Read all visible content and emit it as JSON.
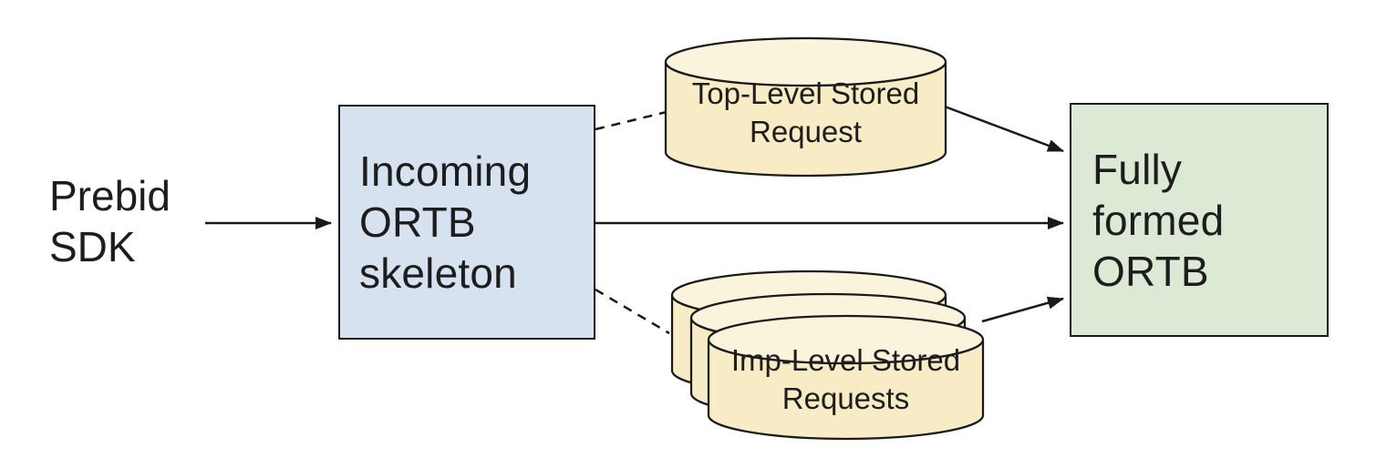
{
  "diagram": {
    "description_colors": {
      "background": "#ffffff",
      "stroke": "#1a1a1a",
      "text": "#1d1d1d",
      "incoming_box_fill": "#d6e2f0",
      "fully_formed_box_fill": "#dcead5",
      "cylinder_body_fill": "#f8ecc6",
      "cylinder_top_fill": "#fbf4dc"
    },
    "nodes": {
      "prebid_sdk": {
        "shape": "label",
        "lines": [
          "Prebid",
          "SDK"
        ]
      },
      "incoming_ortb": {
        "shape": "rect",
        "lines": [
          "Incoming",
          "ORTB",
          "skeleton"
        ]
      },
      "top_level_stored": {
        "shape": "cylinder",
        "lines": [
          "Top-Level Stored",
          "Request"
        ]
      },
      "imp_level_stored": {
        "shape": "cylinder-stack",
        "stack_count": 3,
        "lines": [
          "Imp-Level Stored",
          "Requests"
        ]
      },
      "fully_formed_ortb": {
        "shape": "rect",
        "lines": [
          "Fully",
          "formed",
          "ORTB"
        ]
      }
    },
    "edges": [
      {
        "from": "prebid_sdk",
        "to": "incoming_ortb",
        "style": "solid",
        "arrowhead": true
      },
      {
        "from": "incoming_ortb",
        "to": "top_level_stored",
        "style": "dashed",
        "arrowhead": false
      },
      {
        "from": "top_level_stored",
        "to": "fully_formed_ortb",
        "style": "solid",
        "arrowhead": true
      },
      {
        "from": "incoming_ortb",
        "to": "fully_formed_ortb",
        "style": "solid",
        "arrowhead": true
      },
      {
        "from": "incoming_ortb",
        "to": "imp_level_stored",
        "style": "dashed",
        "arrowhead": false
      },
      {
        "from": "imp_level_stored",
        "to": "fully_formed_ortb",
        "style": "solid",
        "arrowhead": true
      }
    ]
  }
}
